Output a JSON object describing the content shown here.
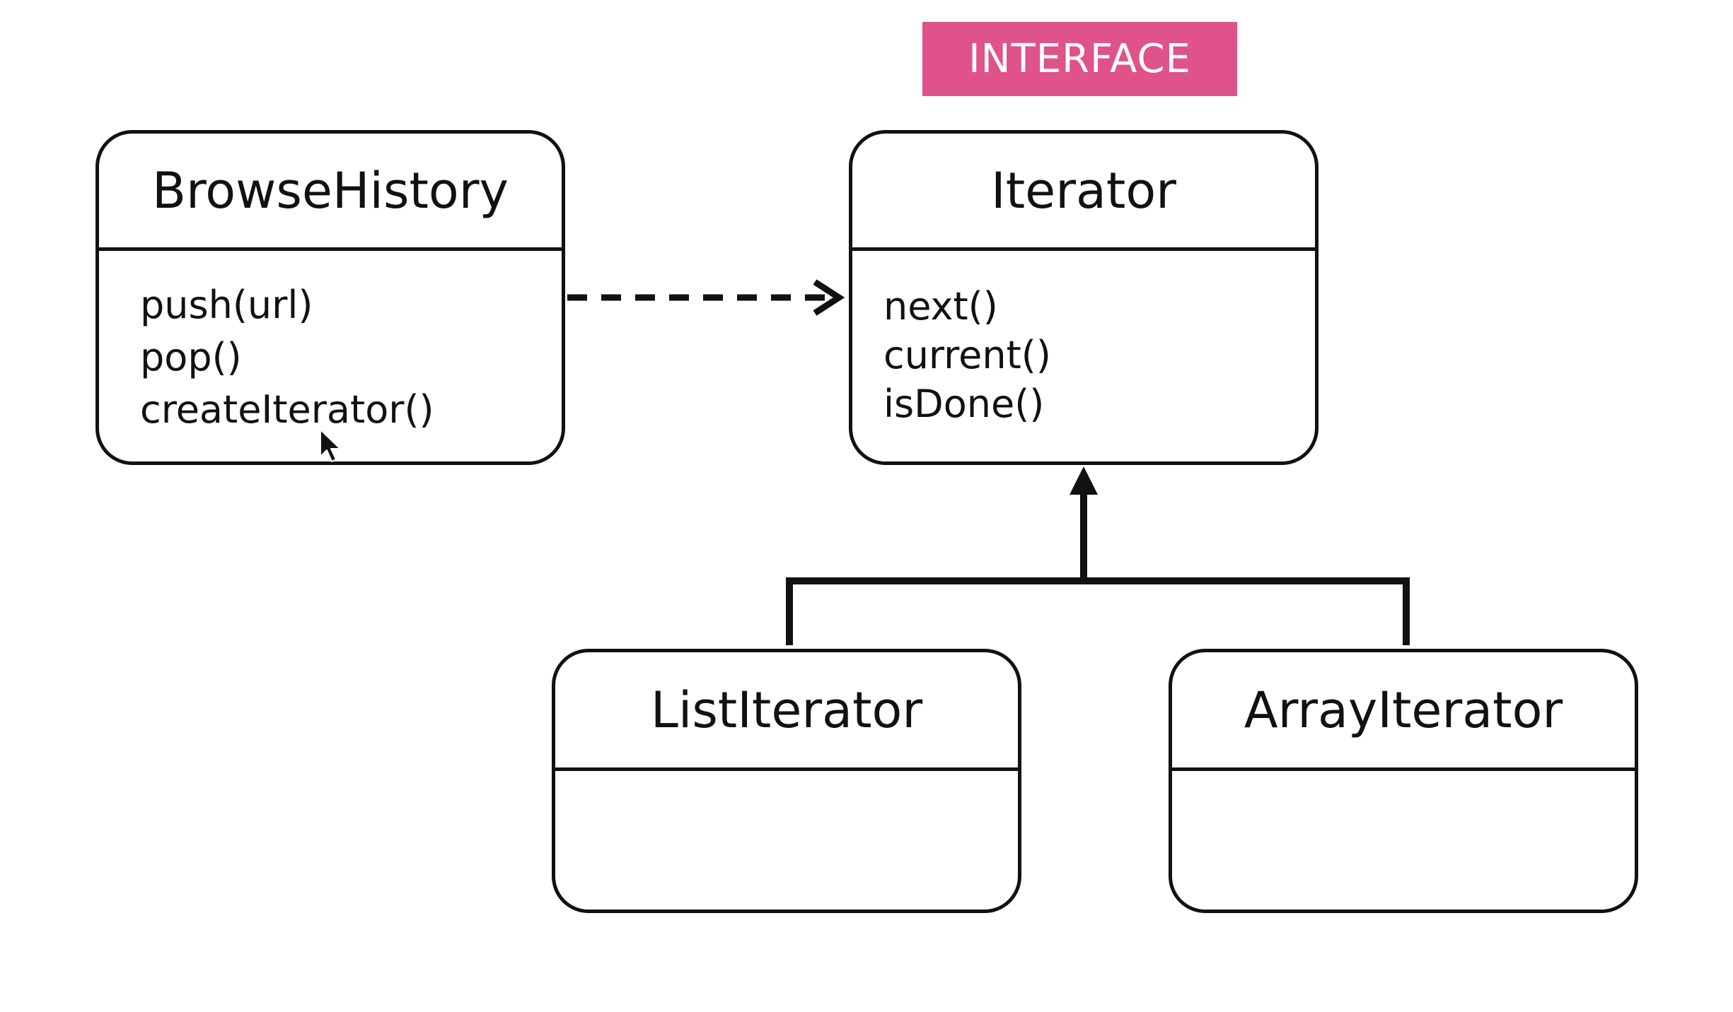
{
  "tag": {
    "label": "INTERFACE",
    "color": "#e0528a"
  },
  "classes": {
    "browse_history": {
      "name": "BrowseHistory",
      "methods": [
        "push(url)",
        "pop()",
        "createIterator()"
      ]
    },
    "iterator": {
      "name": "Iterator",
      "methods": [
        "next()",
        "current()",
        "isDone()"
      ]
    },
    "list_iterator": {
      "name": "ListIterator",
      "methods": []
    },
    "array_iterator": {
      "name": "ArrayIterator",
      "methods": []
    }
  },
  "relations": [
    {
      "from": "BrowseHistory",
      "to": "Iterator",
      "type": "dependency-dashed"
    },
    {
      "from": "ListIterator",
      "to": "Iterator",
      "type": "inheritance"
    },
    {
      "from": "ArrayIterator",
      "to": "Iterator",
      "type": "inheritance"
    }
  ],
  "cursor": {
    "icon": "mouse-pointer-icon"
  }
}
